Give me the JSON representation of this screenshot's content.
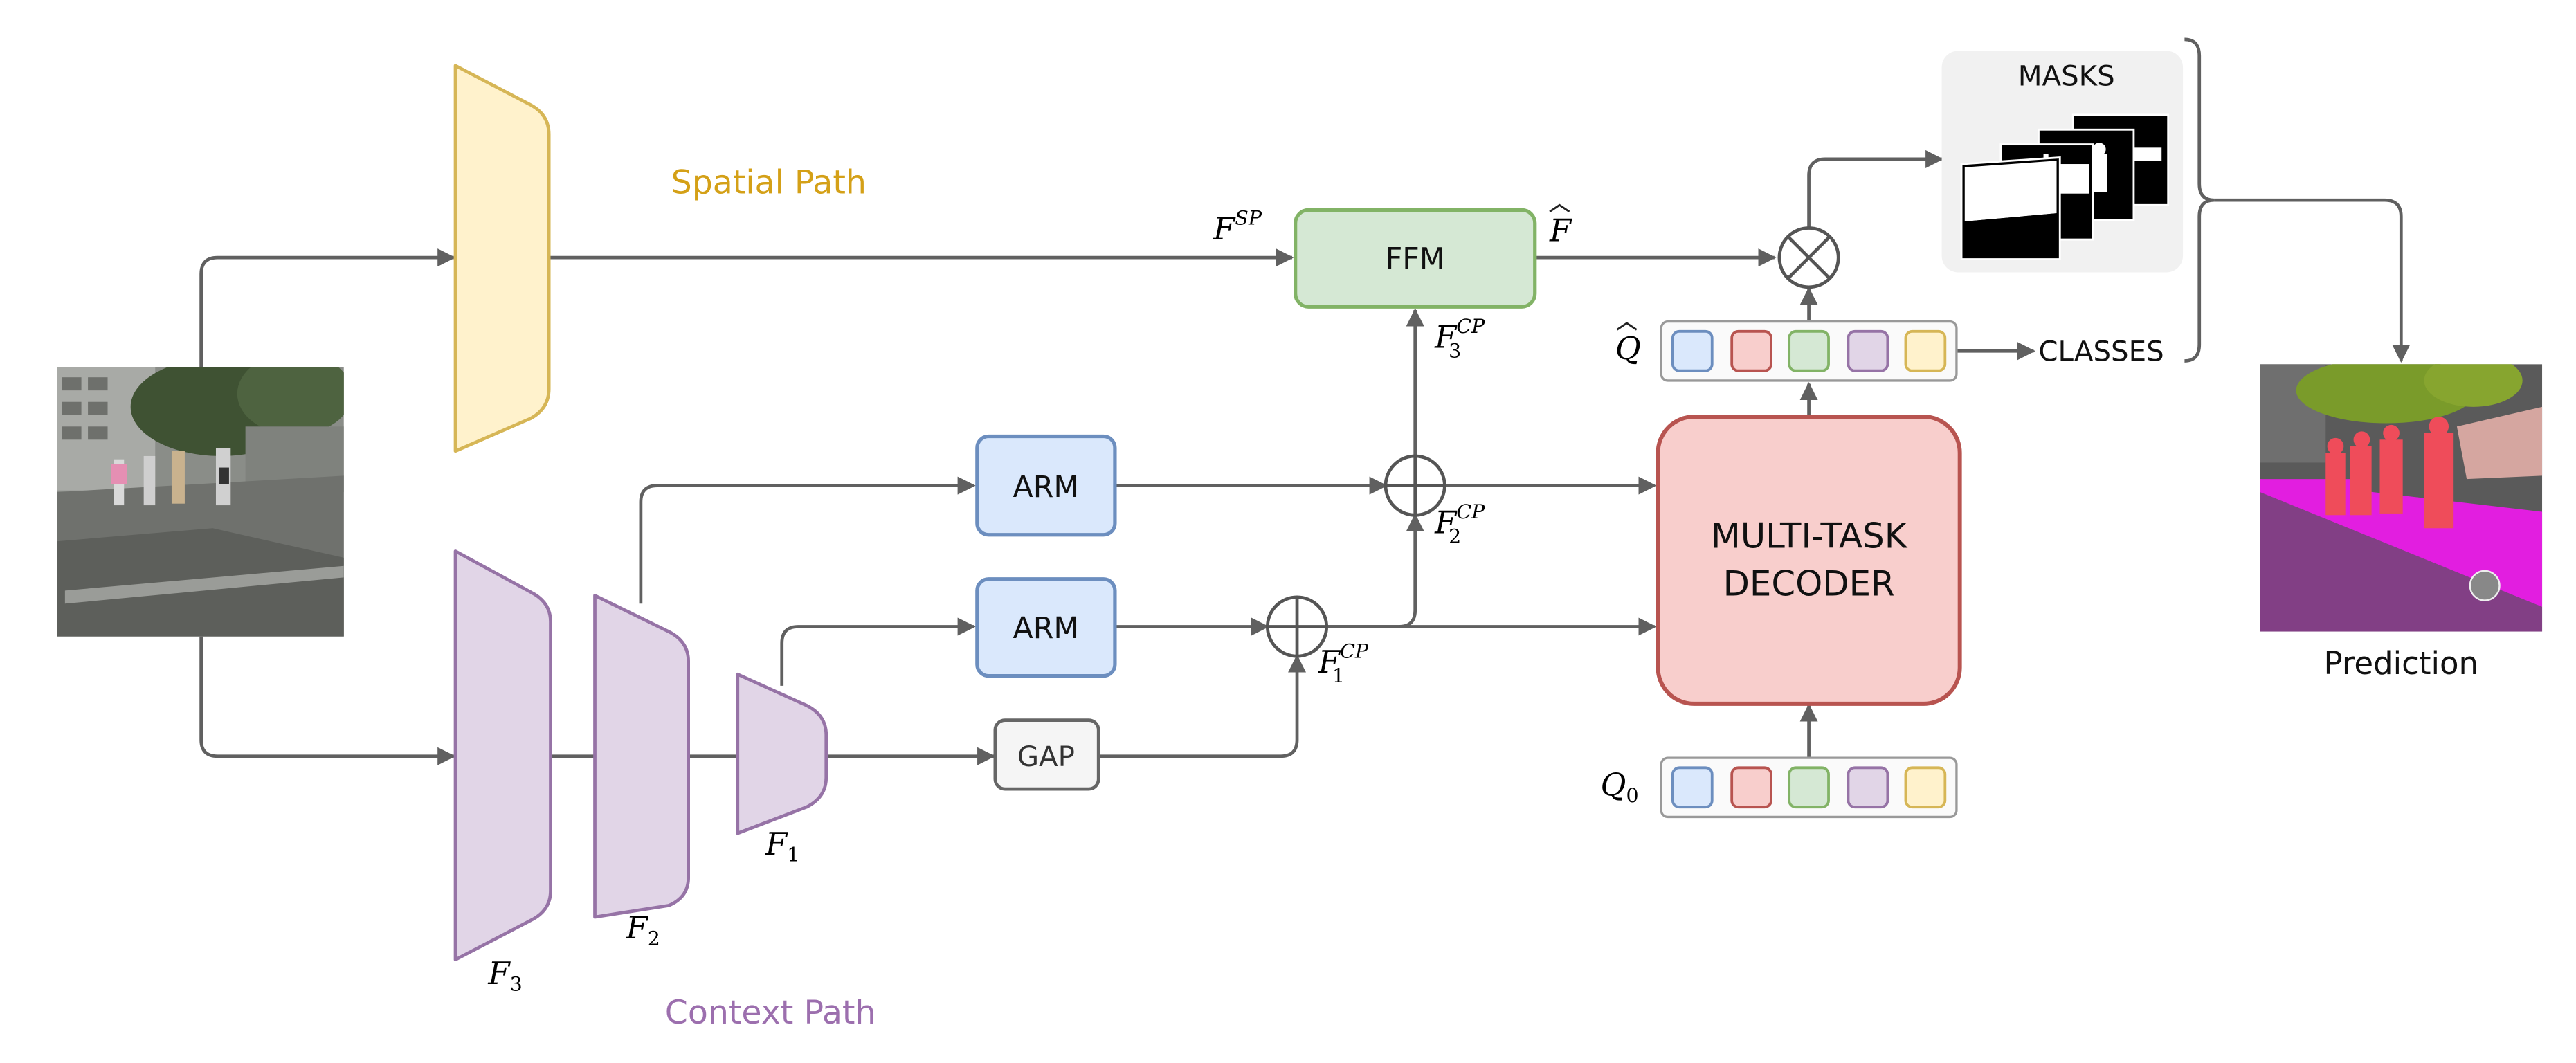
{
  "paths": {
    "spatial": "Spatial Path",
    "context": "Context Path"
  },
  "blocks": {
    "ffm": "FFM",
    "arm": "ARM",
    "gap": "GAP",
    "decoder_line1": "MULTI-TASK",
    "decoder_line2": "DECODER",
    "masks": "MASKS",
    "classes": "CLASSES"
  },
  "prediction_label": "Prediction",
  "math": {
    "f_sp_base": "F",
    "f_sp_sup": "SP",
    "f_hat": "F",
    "f3cp_base": "F",
    "f3cp_sub": "3",
    "f3cp_sup": "CP",
    "f2cp_base": "F",
    "f2cp_sub": "2",
    "f2cp_sup": "CP",
    "f1cp_base": "F",
    "f1cp_sub": "1",
    "f1cp_sup": "CP",
    "f1_base": "F",
    "f1_sub": "1",
    "f2_base": "F",
    "f2_sub": "2",
    "f3_base": "F",
    "f3_sub": "3",
    "q_hat": "Q",
    "q0_base": "Q",
    "q0_sub": "0"
  },
  "colors": {
    "spatial": "#d4a017",
    "context": "#9c6fae",
    "arm": "#6f8fbf",
    "ffm": "#82b366",
    "decoder": "#b85450",
    "arrow": "#606060",
    "queries": [
      "#6c8ebf",
      "#b85450",
      "#82b366",
      "#9673a6",
      "#d6b656"
    ]
  }
}
